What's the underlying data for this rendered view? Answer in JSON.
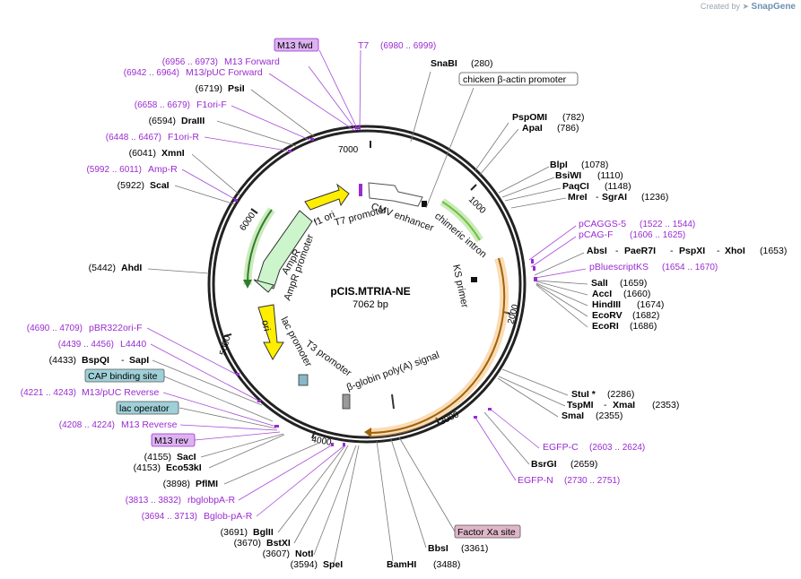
{
  "credit": {
    "prefix": "Created by",
    "brand": "SnapGene"
  },
  "plasmid": {
    "name": "pCIS.MTRIA-NE",
    "length": "7062 bp"
  },
  "ticks": [
    "1000",
    "2000",
    "3000",
    "4000",
    "5000",
    "6000",
    "7000"
  ],
  "features": {
    "cmv": "CMV enhancer",
    "chimeric": "chimeric intron",
    "ks": "KS primer",
    "f1": "f1 ori",
    "t7p": "T7 promoter",
    "ampr": "AmpR",
    "amprp": "AmpR promoter",
    "ori": "ori",
    "lacp": "lac promoter",
    "t3p": "T3 promoter",
    "bglob": "β-globin poly(A) signal"
  },
  "sites_right": [
    {
      "name": "SnaBI",
      "pos": "(280)"
    },
    {
      "name": "chicken β-actin promoter",
      "pos": ""
    },
    {
      "name": "PspOMI",
      "pos": "(782)"
    },
    {
      "name": "ApaI",
      "pos": "(786)"
    },
    {
      "name": "BlpI",
      "pos": "(1078)"
    },
    {
      "name": "BsiWI",
      "pos": "(1110)"
    },
    {
      "name": "PaqCI",
      "pos": "(1148)"
    },
    {
      "name": "MreI",
      "pos": ""
    },
    {
      "name": "SgrAI",
      "pos": "(1236)"
    },
    {
      "name": "pCAGGS-5",
      "pos": "(1522 .. 1544)"
    },
    {
      "name": "pCAG-F",
      "pos": "(1606 .. 1625)"
    },
    {
      "name": "AbsI",
      "pos": ""
    },
    {
      "name": "PaeR7I",
      "pos": ""
    },
    {
      "name": "PspXI",
      "pos": ""
    },
    {
      "name": "XhoI",
      "pos": "(1653)"
    },
    {
      "name": "pBluescriptKS",
      "pos": "(1654 .. 1670)"
    },
    {
      "name": "SalI",
      "pos": "(1659)"
    },
    {
      "name": "AccI",
      "pos": "(1660)"
    },
    {
      "name": "HindIII",
      "pos": "(1674)"
    },
    {
      "name": "EcoRV",
      "pos": "(1682)"
    },
    {
      "name": "EcoRI",
      "pos": "(1686)"
    },
    {
      "name": "StuI *",
      "pos": "(2286)"
    },
    {
      "name": "TspMI",
      "pos": ""
    },
    {
      "name": "XmaI",
      "pos": "(2353)"
    },
    {
      "name": "SmaI",
      "pos": "(2355)"
    },
    {
      "name": "EGFP-C",
      "pos": "(2603 .. 2624)"
    },
    {
      "name": "BsrGI",
      "pos": "(2659)"
    },
    {
      "name": "EGFP-N",
      "pos": "(2730 .. 2751)"
    },
    {
      "name": "Factor Xa site",
      "pos": ""
    },
    {
      "name": "BbsI",
      "pos": "(3361)"
    },
    {
      "name": "BamHI",
      "pos": "(3488)"
    }
  ],
  "sites_left": [
    {
      "name": "M13 fwd",
      "pos": ""
    },
    {
      "name": "T7",
      "pos": "(6980 .. 6999)"
    },
    {
      "name": "M13 Forward",
      "pos": "(6956 .. 6973)"
    },
    {
      "name": "M13/pUC Forward",
      "pos": "(6942 .. 6964)"
    },
    {
      "name": "PsiI",
      "pos": "(6719)"
    },
    {
      "name": "F1ori-F",
      "pos": "(6658 .. 6679)"
    },
    {
      "name": "DraIII",
      "pos": "(6594)"
    },
    {
      "name": "F1ori-R",
      "pos": "(6448 .. 6467)"
    },
    {
      "name": "XmnI",
      "pos": "(6041)"
    },
    {
      "name": "Amp-R",
      "pos": "(5992 .. 6011)"
    },
    {
      "name": "ScaI",
      "pos": "(5922)"
    },
    {
      "name": "AhdI",
      "pos": "(5442)"
    },
    {
      "name": "pBR322ori-F",
      "pos": "(4690 .. 4709)"
    },
    {
      "name": "L4440",
      "pos": "(4439 .. 4456)"
    },
    {
      "name": "BspQI",
      "pos": "(4433)"
    },
    {
      "name": "SapI",
      "pos": ""
    },
    {
      "name": "CAP binding site",
      "pos": ""
    },
    {
      "name": "M13/pUC Reverse",
      "pos": "(4221 .. 4243)"
    },
    {
      "name": "lac operator",
      "pos": ""
    },
    {
      "name": "M13 Reverse",
      "pos": "(4208 .. 4224)"
    },
    {
      "name": "M13 rev",
      "pos": ""
    },
    {
      "name": "SacI",
      "pos": "(4155)"
    },
    {
      "name": "Eco53kI",
      "pos": "(4153)"
    },
    {
      "name": "PflMI",
      "pos": "(3898)"
    },
    {
      "name": "rbglobpA-R",
      "pos": "(3813 .. 3832)"
    },
    {
      "name": "Bglob-pA-R",
      "pos": "(3694 .. 3713)"
    },
    {
      "name": "BglII",
      "pos": "(3691)"
    },
    {
      "name": "BstXI",
      "pos": "(3670)"
    },
    {
      "name": "NotI",
      "pos": "(3607)"
    },
    {
      "name": "SpeI",
      "pos": "(3594)"
    }
  ],
  "colors": {
    "primer": "#9a2bd0",
    "f1": "#ffee00",
    "ampr": "#ccf5cc",
    "arc_green": "#6ec23b",
    "arc_orange": "#f5b25a"
  }
}
